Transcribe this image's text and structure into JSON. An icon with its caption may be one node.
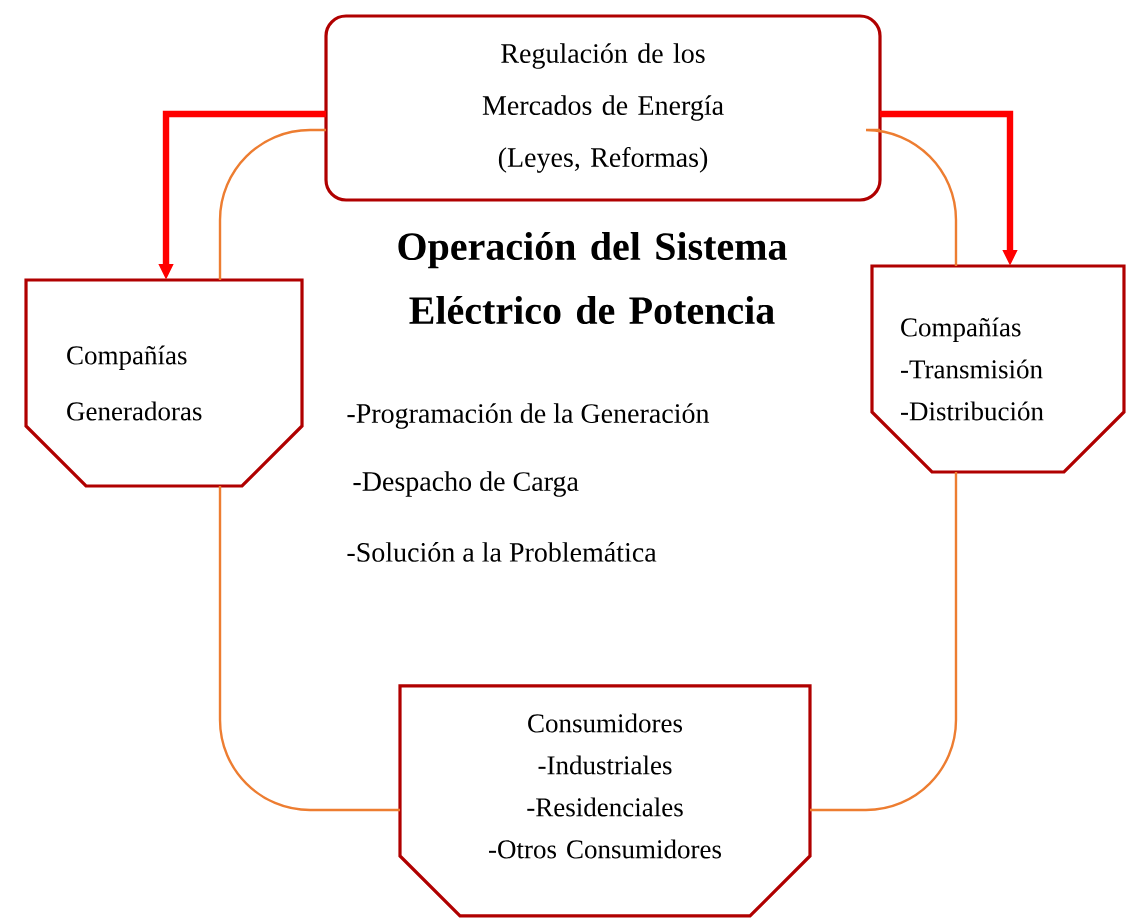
{
  "diagram": {
    "title": "Operación del Sistema Eléctrico de Potencia",
    "nodes": [
      {
        "text": [
          "Regulación de los Mercados de Energía (Leyes, Reformas)"
        ]
      },
      {
        "text": [
          "Compañías Generadoras"
        ]
      },
      {
        "text": [
          "Compañías",
          "-Transmisión",
          "-Distribución"
        ]
      },
      {
        "text": [
          "Consumidores",
          "-Industriales",
          "-Residenciales",
          "-Otros Consumidores"
        ]
      }
    ],
    "edges": [
      {
        "from": 0,
        "to": 1,
        "arrow": "none"
      },
      {
        "from": 1,
        "to": 3,
        "arrow": "none"
      },
      {
        "from": 3,
        "to": 2,
        "arrow": "none"
      },
      {
        "from": 2,
        "to": 0,
        "arrow": "none"
      },
      {
        "from": 0,
        "to": 1,
        "arrow": "to",
        "style": "thick",
        "color": "#ff0000"
      },
      {
        "from": 0,
        "to": 2,
        "arrow": "to",
        "style": "thick",
        "color": "#ff0000"
      }
    ],
    "labels": [
      "-Programación de la Generación",
      "-Despacho de Carga",
      "-Solución a la Problemática"
    ]
  }
}
